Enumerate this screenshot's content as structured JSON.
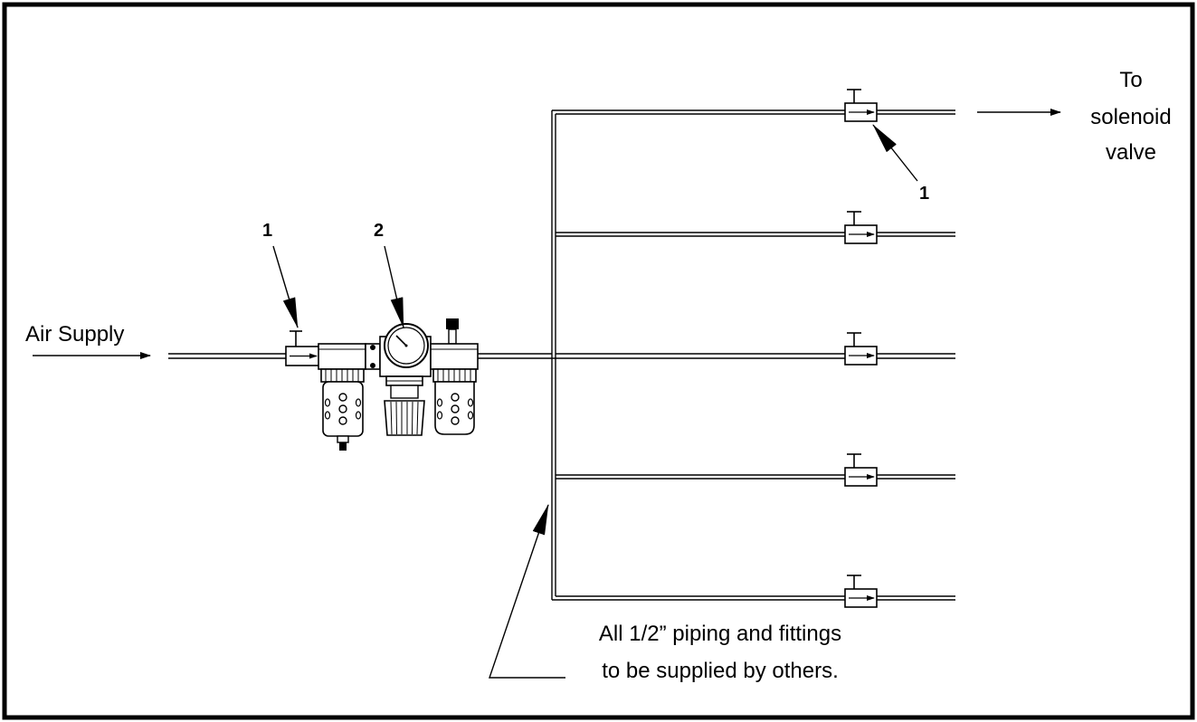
{
  "labels": {
    "air_supply": "Air Supply",
    "to_line_1": "To",
    "to_line_2": "solenoid",
    "to_line_3": "valve",
    "note_line_1": "All 1/2” piping and fittings",
    "note_line_2": "to be supplied by others."
  },
  "callouts": {
    "shutoff_valve_top": "1",
    "shutoff_valve_inlet": "1",
    "frl_unit": "2"
  },
  "branch_count": 5,
  "colors": {
    "line": "#000000",
    "background": "#ffffff"
  }
}
